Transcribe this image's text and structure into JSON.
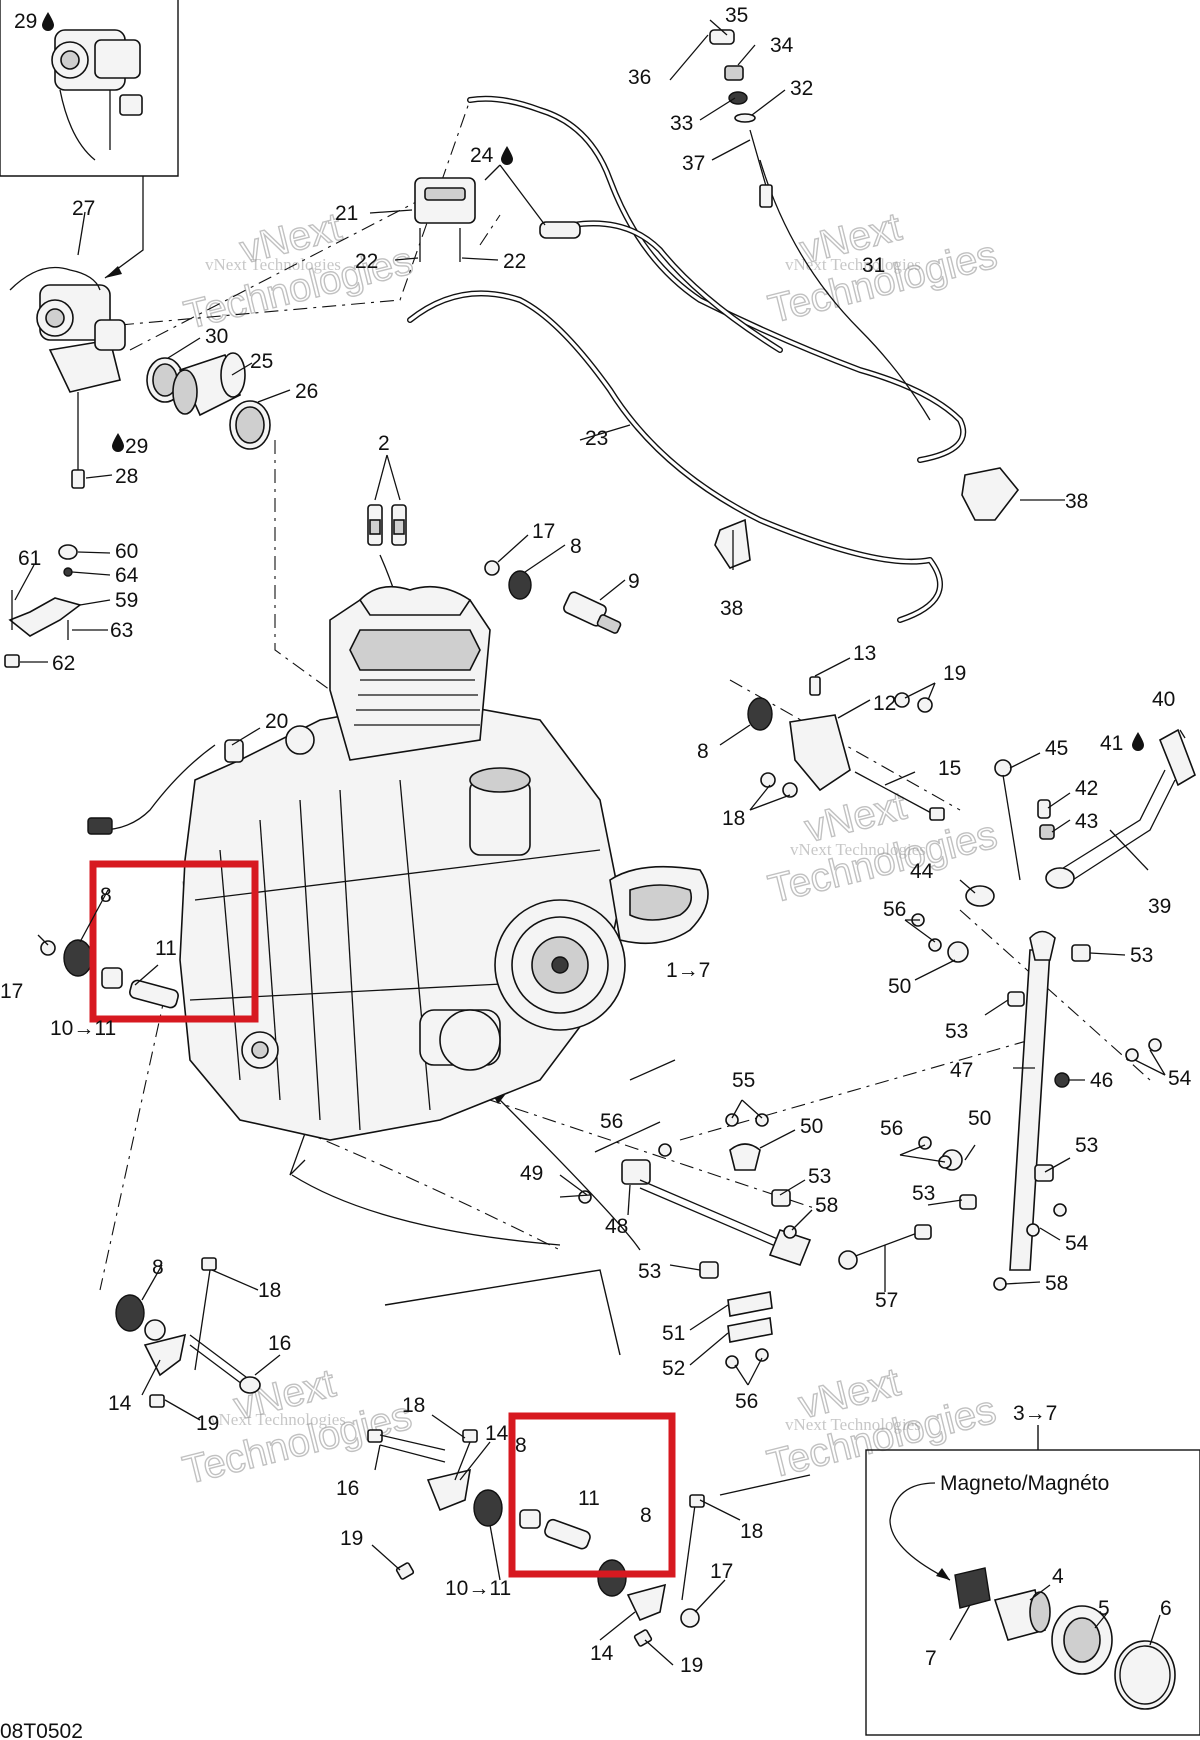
{
  "drawing_code": "08T0502",
  "watermark": {
    "small": "vNext Technologies",
    "large_line1": "vNext",
    "large_line2": "Technologies"
  },
  "inset": {
    "title": "Magneto/Magnéto",
    "reference": "3→7"
  },
  "callouts": {
    "c1": "1→7",
    "c2": "2",
    "c4": "4",
    "c5": "5",
    "c6": "6",
    "c7": "7",
    "c8": "8",
    "c9": "9",
    "c10": "10→11",
    "c11": "11",
    "c12": "12",
    "c13": "13",
    "c14": "14",
    "c15": "15",
    "c16": "16",
    "c17": "17",
    "c18": "18",
    "c19": "19",
    "c20": "20",
    "c21": "21",
    "c22": "22",
    "c23": "23",
    "c24": "24",
    "c25": "25",
    "c26": "26",
    "c27": "27",
    "c28": "28",
    "c29": "29",
    "c30": "30",
    "c31": "31",
    "c32": "32",
    "c33": "33",
    "c34": "34",
    "c35": "35",
    "c36": "36",
    "c37": "37",
    "c38": "38",
    "c39": "39",
    "c40": "40",
    "c41": "41",
    "c42": "42",
    "c43": "43",
    "c44": "44",
    "c45": "45",
    "c46": "46",
    "c47": "47",
    "c48": "48",
    "c49": "49",
    "c50": "50",
    "c51": "51",
    "c52": "52",
    "c53": "53",
    "c54": "54",
    "c55": "55",
    "c56": "56",
    "c57": "57",
    "c58": "58",
    "c59": "59",
    "c60": "60",
    "c61": "61",
    "c62": "62",
    "c63": "63",
    "c64": "64"
  },
  "icons": {
    "fluid_drop": "oil-drop-icon"
  },
  "highlight_color": "#d71920"
}
